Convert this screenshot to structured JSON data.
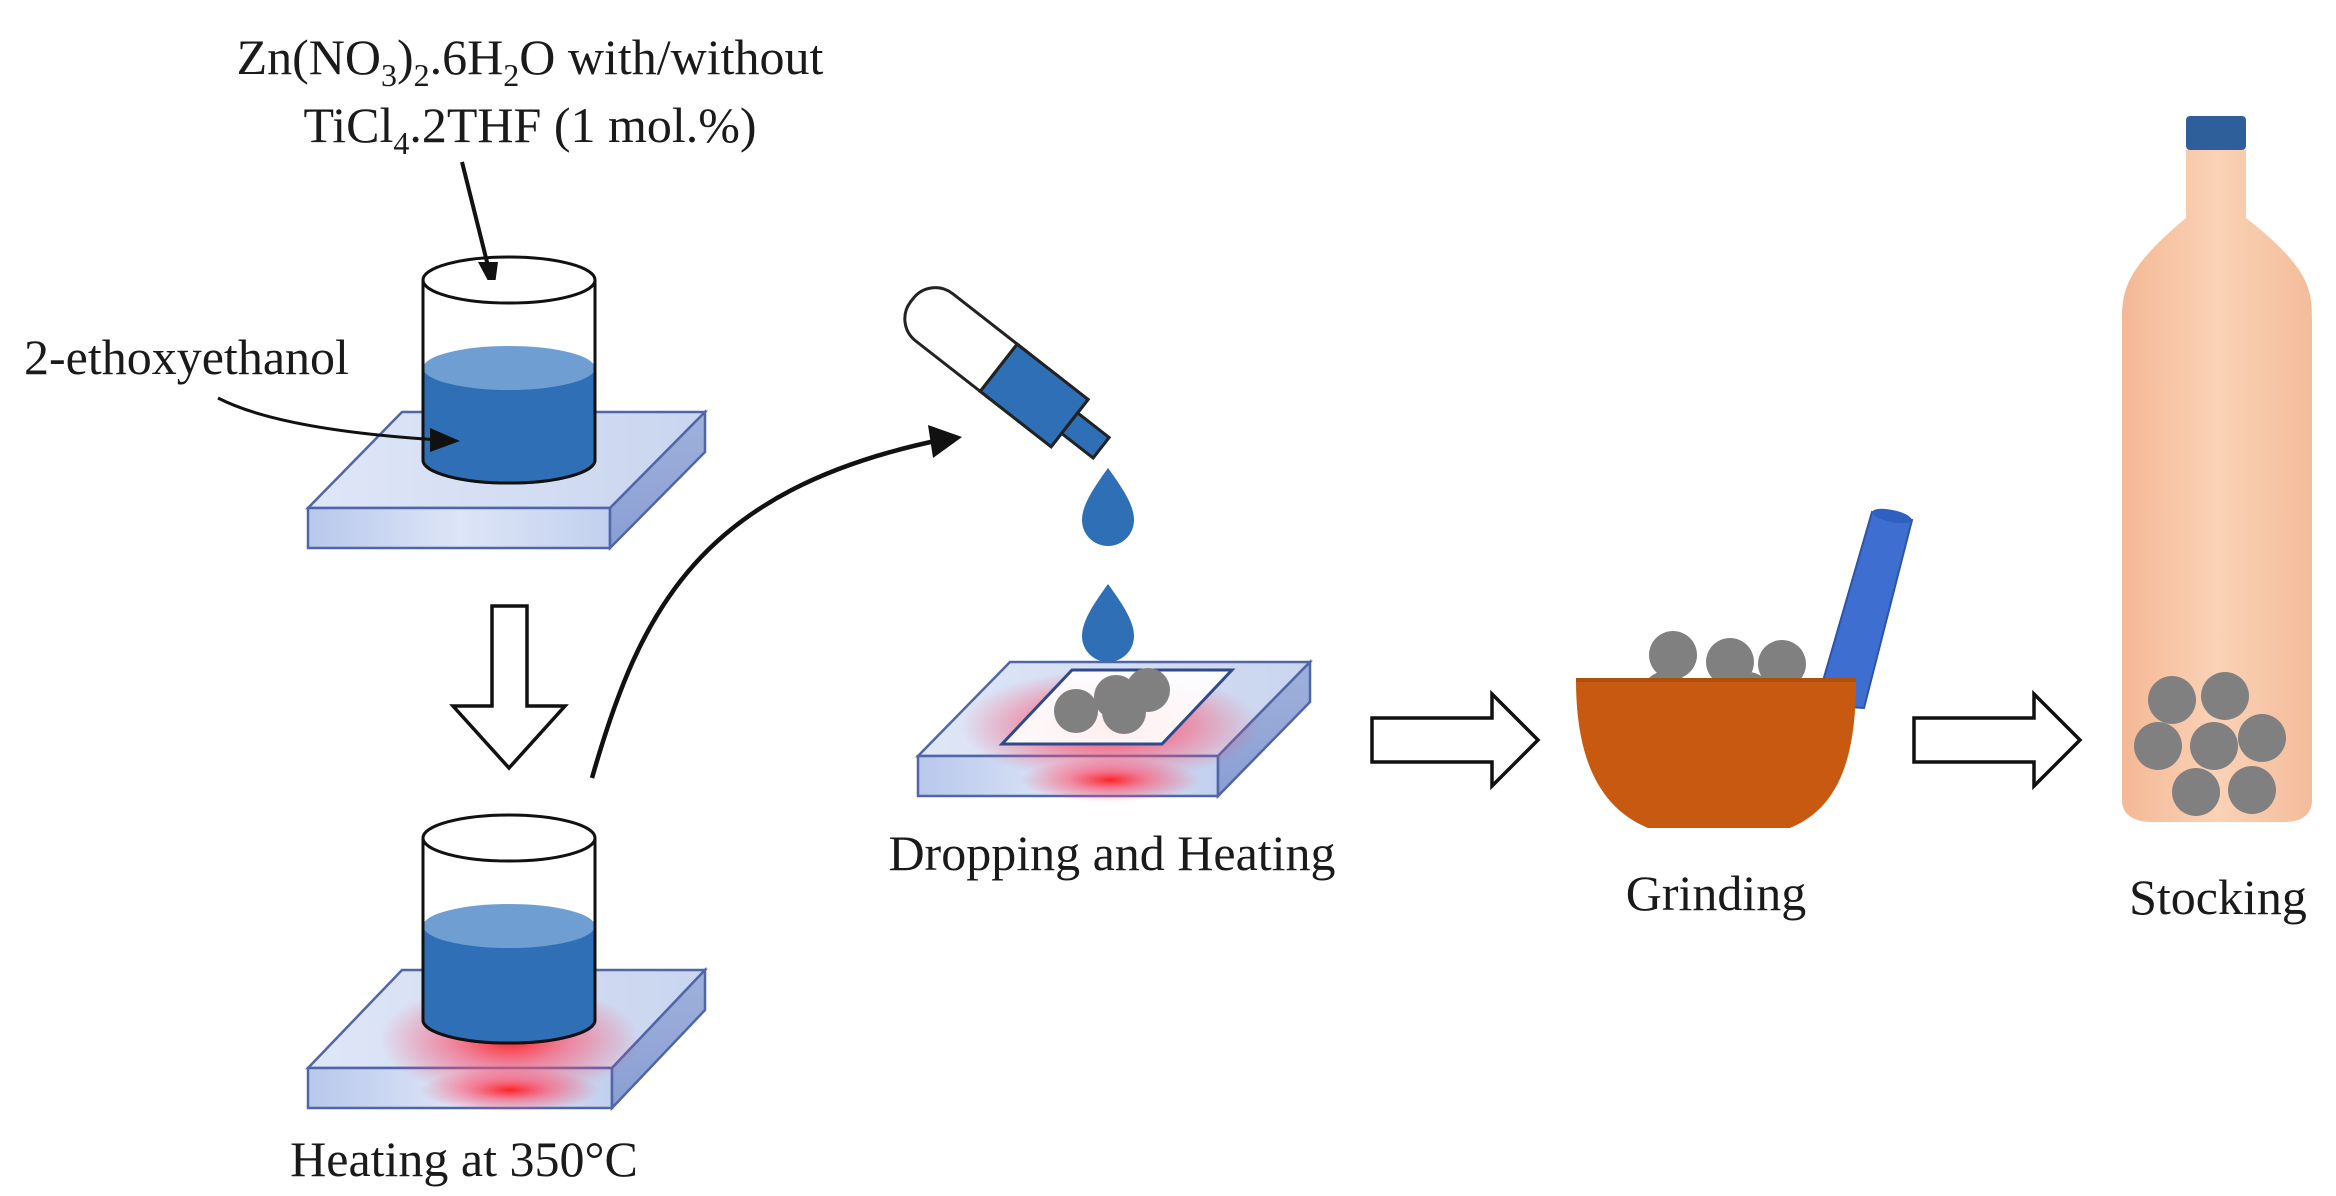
{
  "precursor": {
    "line1_a": "Zn(NO",
    "line1_sub1": "3",
    "line1_b": ")",
    "line1_sub2": "2",
    "line1_c": ".6H",
    "line1_sub3": "2",
    "line1_d": "O with/without",
    "line2_a": "TiCl",
    "line2_sub1": "4",
    "line2_b": ".2THF (1 mol.%)"
  },
  "solvent_label": "2-ethoxyethanol",
  "steps": {
    "heating": "Heating at 350°C",
    "dropping": "Dropping and Heating",
    "grinding": "Grinding",
    "stocking": "Stocking"
  },
  "colors": {
    "liquid": "#2e6fb5",
    "liquid_top": "#6f9fd2",
    "plate": "#cfdbf2",
    "plate_edge": "#5066a8",
    "heat": "#ff2a2a",
    "particle": "#808080",
    "mortar": "#c75a10",
    "pestle": "#3e6fd0",
    "bottle": "#f8c8aa",
    "bottle_cap": "#2f5f9a"
  }
}
